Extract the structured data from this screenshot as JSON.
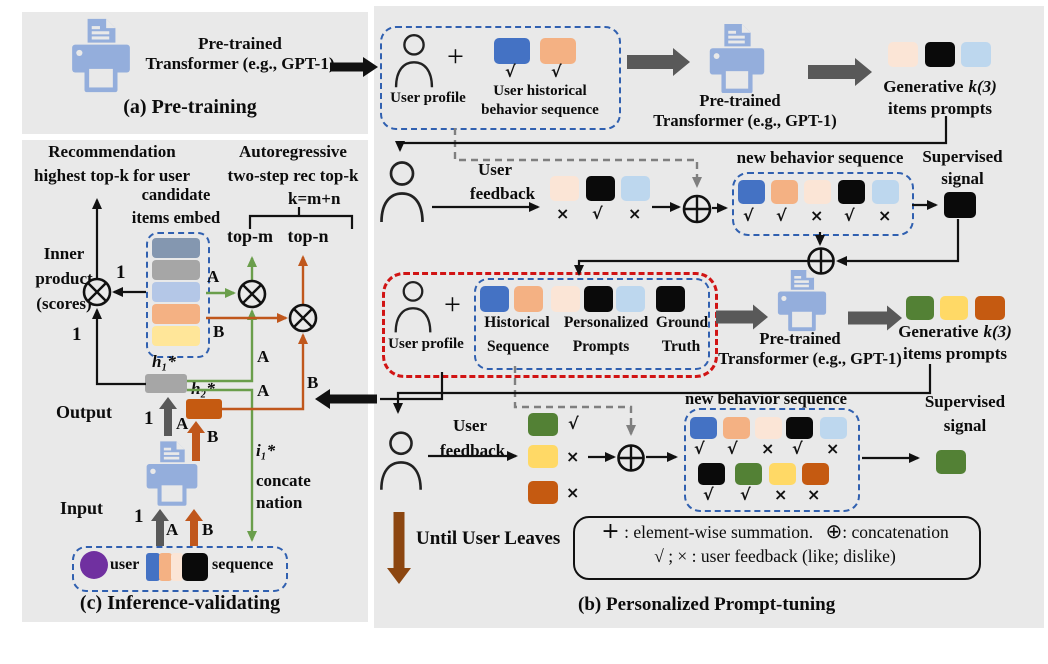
{
  "colors": {
    "panel_bg": "#E9E9E9",
    "item_blue": "#4472C4",
    "item_orange": "#F4B183",
    "item_peach": "#FBE5D6",
    "item_black": "#0A0A0A",
    "item_lightblue": "#BDD7EE",
    "item_green": "#538135",
    "item_yellow": "#FFD966",
    "item_darkorange": "#C55A11",
    "item_slate": "#8497B0",
    "item_gray": "#A6A6A6",
    "item_periwinkle": "#B4C7E7",
    "item_lightyellow": "#FFE699",
    "user_purple": "#7030A0",
    "printer_blue": "#94AEDC",
    "arrow_gray": "#595959",
    "arrow_green": "#6A9E4B",
    "arrow_orange": "#C0571C",
    "arrow_brown": "#8C4610",
    "dashed_blue": "#3060B0",
    "dashed_red": "#D11414"
  },
  "panel_a": {
    "transformer_line1": "Pre-trained",
    "transformer_line2": "Transformer (e.g., GPT-1)",
    "caption": "(a) Pre-training"
  },
  "panel_b": {
    "caption": "(b) Personalized Prompt-tuning",
    "profile_box": {
      "user_label": "User profile",
      "plus": "+",
      "mark1": "√",
      "mark2": "√",
      "hist_line1": "User historical",
      "hist_line2": "behavior sequence"
    },
    "transformer1": {
      "line1": "Pre-trained",
      "line2": "Transformer (e.g., GPT-1)"
    },
    "gen1": {
      "word1": "Generative",
      "k": "k(3)",
      "word2": "items prompts"
    },
    "feedback1": {
      "line1": "User",
      "line2": "feedback",
      "marks": [
        "×",
        "√",
        "×"
      ]
    },
    "nbs1": {
      "title": "new behavior sequence",
      "marks": [
        "√",
        "√",
        "×",
        "√",
        "×"
      ]
    },
    "supervised1": {
      "line1": "Supervised",
      "line2": "signal"
    },
    "tuning_box": {
      "user_label": "User profile",
      "plus": "+",
      "hist1": "Historical",
      "hist2": "Sequence",
      "pers1": "Personalized",
      "pers2": "Prompts",
      "gt1": "Ground",
      "gt2": "Truth"
    },
    "transformer2": {
      "line1": "Pre-trained",
      "line2": "Transformer (e.g., GPT-1)"
    },
    "gen2": {
      "word1": "Generative",
      "k": "k(3)",
      "word2": "items prompts"
    },
    "feedback2": {
      "line1": "User",
      "line2": "feedback",
      "marks": [
        "√",
        "×",
        "×"
      ]
    },
    "nbs2": {
      "title": "new behavior sequence",
      "marks_row1": [
        "√",
        "√",
        "×",
        "√",
        "×"
      ],
      "marks_row2": [
        "√",
        "√",
        "×",
        "×"
      ]
    },
    "supervised2": {
      "line1": "Supervised",
      "line2": "signal"
    },
    "until_label": "Until User Leaves",
    "legend": {
      "sum_sym": "+",
      "sum_text": " : element-wise summation.",
      "concat_sym": "⊕",
      "concat_text": ": concatenation",
      "fb_text": "√ ; × : user feedback (like; dislike)"
    }
  },
  "panel_c": {
    "caption": "(c) Inference-validating",
    "rec_line1": "Recommendation",
    "rec_line2": "highest top-k for user",
    "auto_line1": "Autoregressive",
    "auto_line2": "two-step rec top-k",
    "k_eq": "k=m+n",
    "top_m": "top-m",
    "top_n": "top-n",
    "cand_line1": "candidate",
    "cand_line2": "items embed",
    "inner_line1": "Inner",
    "inner_line2": "product",
    "inner_line3": "(scores)",
    "h1": "h₁*",
    "h2": "h₂*",
    "output_label": "Output",
    "input_label": "Input",
    "i1": "i₁*",
    "concat_line1": "concate",
    "concat_line2": "nation",
    "user_label": "user",
    "sequence_label": "sequence",
    "labels": {
      "one": "1",
      "A": "A",
      "B": "B"
    }
  }
}
